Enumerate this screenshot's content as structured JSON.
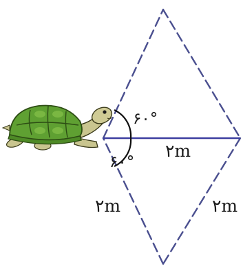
{
  "diagram": {
    "labels": {
      "angle_upper": "۶۰°",
      "angle_lower": "۶۰°",
      "side_center": "۲m",
      "side_lower_left": "۲m",
      "side_lower_right": "۲m"
    },
    "colors": {
      "dashed_outline": "#4a4f8f",
      "solid_line": "#3d3fa0",
      "arc": "#111111",
      "text": "#1a1a1a",
      "turtle_shell": "#5fa032",
      "turtle_skin": "#c9c58f"
    },
    "icons": {
      "turtle": "turtle-illustration"
    }
  }
}
